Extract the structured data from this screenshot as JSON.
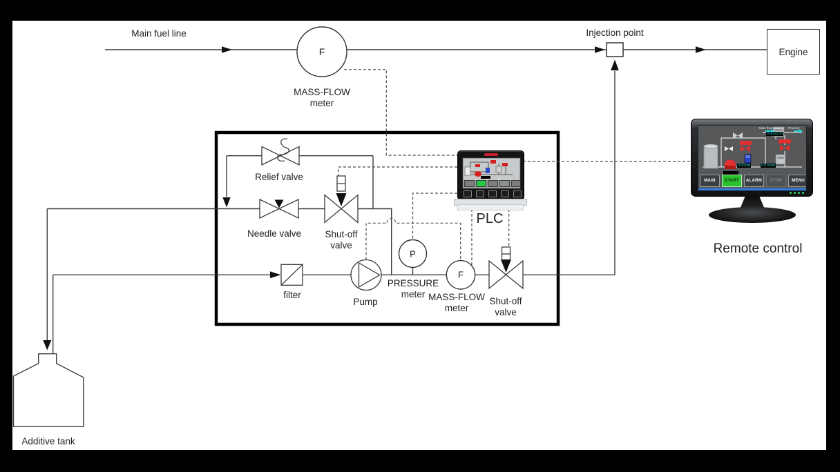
{
  "colors": {
    "line": "#3a3a3a",
    "dosing_box": "#000000",
    "paper": "#ffffff",
    "hmi_green": "#29c12e",
    "hmi_red": "#e03030",
    "hmi_blue_strip": "#2f7fe0"
  },
  "labels": {
    "main_fuel_line": "Main fuel line",
    "injection_point": "Injection point",
    "engine": "Engine",
    "mass_flow_meter_main": {
      "line1": "MASS-FLOW",
      "line2": "meter"
    },
    "relief_valve": "Relief valve",
    "needle_valve": "Needle valve",
    "shutoff_valve_1": {
      "line1": "Shut-off",
      "line2": "valve"
    },
    "filter": "filter",
    "pump": "Pump",
    "pressure_meter": {
      "line1": "PRESSURE",
      "line2": "meter"
    },
    "mass_flow_meter_dosing": {
      "line1": "MASS-FLOW",
      "line2": "meter"
    },
    "shutoff_valve_2": {
      "line1": "Shut-off",
      "line2": "valve"
    },
    "plc": "PLC",
    "remote_control": "Remote control",
    "additive_tank": "Additive tank"
  },
  "instruments": {
    "mass_flow_symbol": "F",
    "pressure_symbol": "P"
  },
  "remote_hmi": {
    "buttons": [
      {
        "label": "MAIN",
        "state": "normal"
      },
      {
        "label": "START",
        "state": "active"
      },
      {
        "label": "ALARM",
        "state": "normal"
      },
      {
        "label": "STOP",
        "state": "disabled"
      },
      {
        "label": "MENU",
        "state": "normal"
      }
    ],
    "displays": [
      {
        "value": "0.00 bar"
      },
      {
        "value": "0.0 sccm"
      },
      {
        "value": "0.00 sccm"
      }
    ],
    "flow_labels": [
      {
        "label": "Main flow"
      },
      {
        "label": "Process"
      }
    ]
  }
}
